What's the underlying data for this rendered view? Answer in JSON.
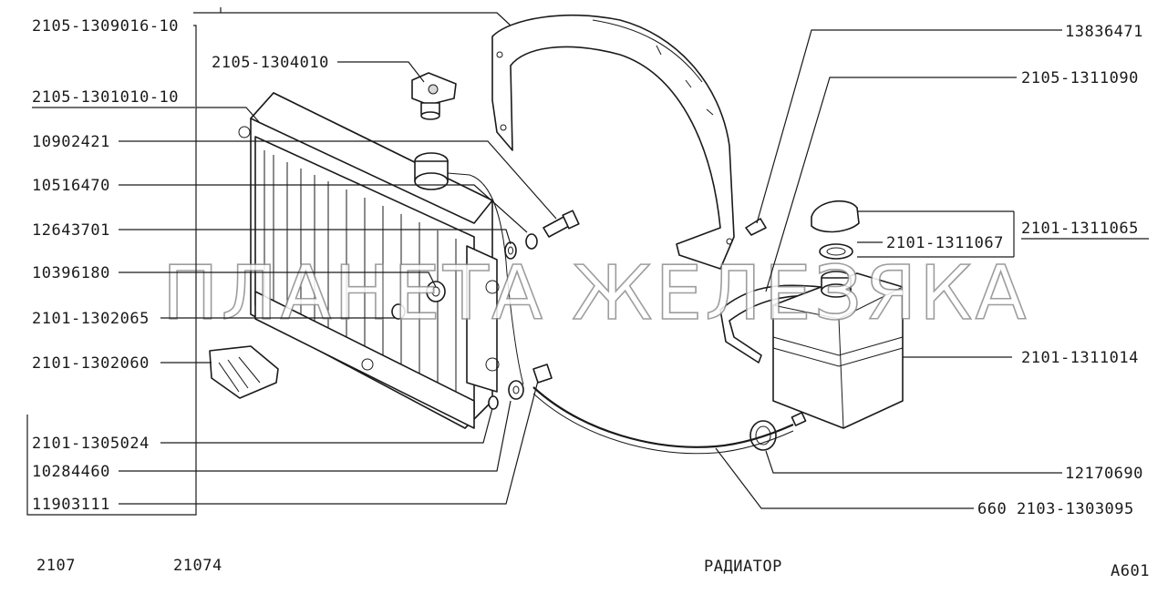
{
  "part_labels": {
    "fan_shroud": "2105-1309016-10",
    "radiator_cap": "2105-1304010",
    "radiator": "2105-1301010-10",
    "screw": "10902421",
    "washer_spring": "10516470",
    "washer_flat": "12643701",
    "nut": "10396180",
    "drain_plug": "2101-1302065",
    "support_pad": "2101-1302060",
    "bushing": "2101-1305024",
    "nut_lower": "10284460",
    "bolt_lower": "11903111",
    "shroud_bolt": "13836471",
    "tank_strap": "2105-1311090",
    "tank_cap_group": "2101-1311065",
    "tank_gasket": "2101-1311067",
    "expansion_tank": "2101-1311014",
    "hose_clamp": "12170690",
    "hose": "660 2103-1303095"
  },
  "footer": {
    "model_1": "2107",
    "model_2": "21074",
    "title": "РАДИАТОР",
    "page_code": "A601"
  },
  "watermark": "ПЛАНЕТА ЖЕЛЕЗЯКА"
}
